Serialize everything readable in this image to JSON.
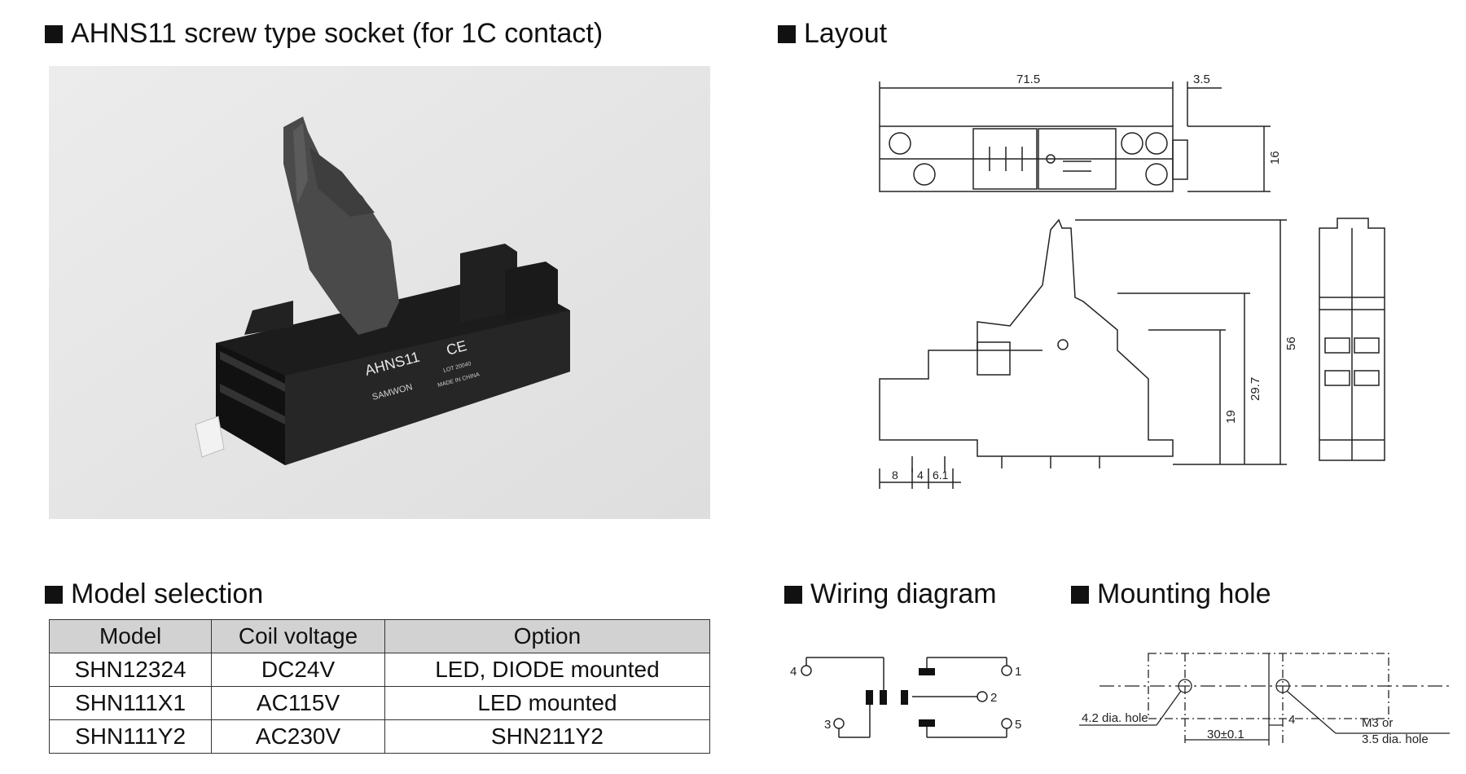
{
  "sections": {
    "product_title": "AHNS11 screw type socket (for 1C contact)",
    "layout_title": "Layout",
    "model_title": "Model selection",
    "wiring_title": "Wiring diagram",
    "mounting_title": "Mounting hole"
  },
  "photo": {
    "brand": "SAMWON",
    "model_mark": "AHNS11",
    "ce_mark": "CE",
    "lot_text": "LOT 20040",
    "origin_text": "MADE IN CHINA"
  },
  "model_table": {
    "headers": [
      "Model",
      "Coil voltage",
      "Option"
    ],
    "rows": [
      [
        "SHN12324",
        "DC24V",
        "LED, DIODE mounted"
      ],
      [
        "SHN111X1",
        "AC115V",
        "LED mounted"
      ],
      [
        "SHN111Y2",
        "AC230V",
        "SHN211Y2"
      ]
    ]
  },
  "layout_dims": {
    "width": "71.5",
    "tab": "3.5",
    "depth": "16",
    "height": "56",
    "mid": "29.7",
    "low": "19",
    "b1": "8",
    "b2": "4",
    "b3": "6.1"
  },
  "wiring": {
    "t4": "4",
    "t1": "1",
    "t2": "2",
    "t3": "3",
    "t5": "5"
  },
  "mounting": {
    "hole_left": "4.2 dia. hole",
    "spacing": "30±0.1",
    "offset": "4",
    "hole_right_1": "M3 or",
    "hole_right_2": "3.5 dia. hole"
  }
}
